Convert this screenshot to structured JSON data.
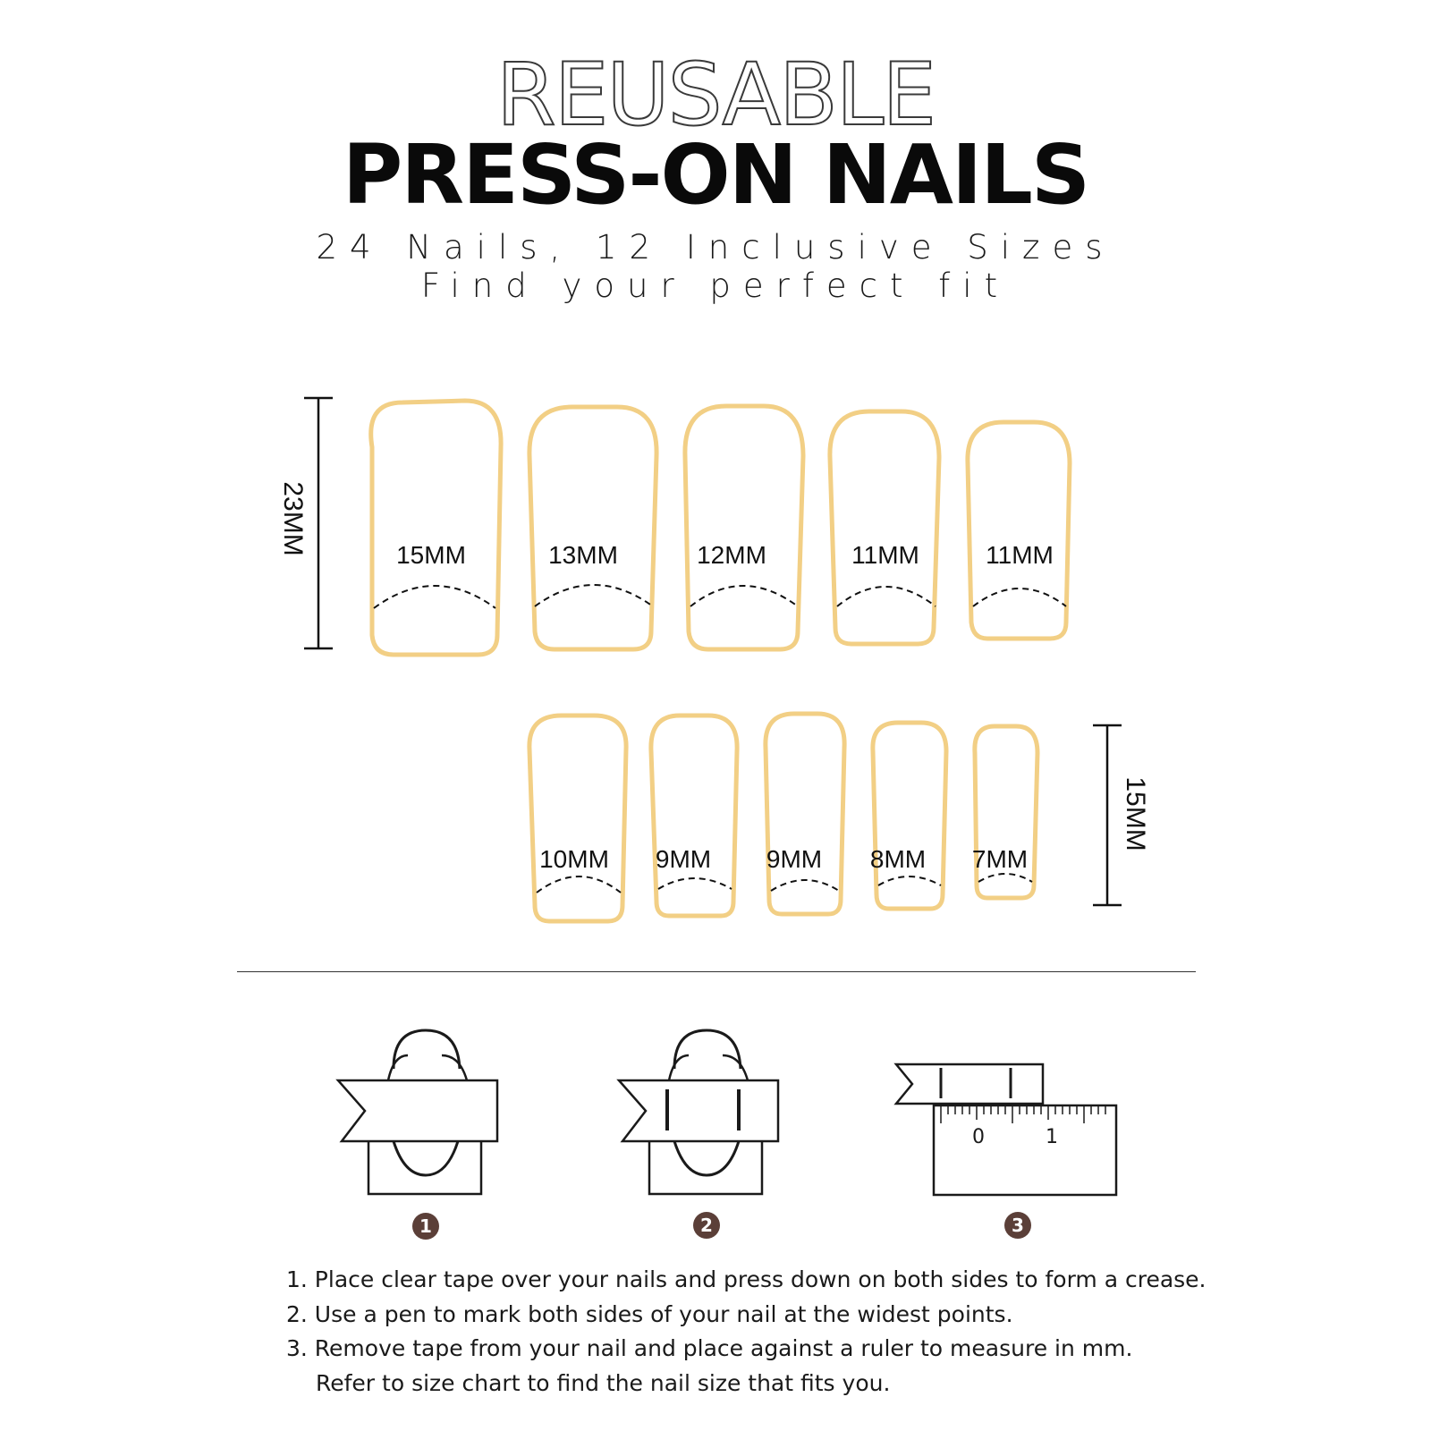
{
  "header": {
    "title_outline": "REUSABLE",
    "title_main": "PRESS-ON NAILS",
    "subtitle_1": "24 Nails, 12 Inclusive Sizes",
    "subtitle_2": "Find your perfect fit"
  },
  "size_chart": {
    "nail_outline_color": "#f2cf85",
    "row_top": [
      {
        "label": "15MM",
        "width_mm": 15
      },
      {
        "label": "13MM",
        "width_mm": 13
      },
      {
        "label": "12MM",
        "width_mm": 12
      },
      {
        "label": "11MM",
        "width_mm": 11
      },
      {
        "label": "11MM",
        "width_mm": 11
      }
    ],
    "row_bottom": [
      {
        "label": "10MM",
        "width_mm": 10
      },
      {
        "label": "9MM",
        "width_mm": 9
      },
      {
        "label": "9MM",
        "width_mm": 9
      },
      {
        "label": "8MM",
        "width_mm": 8
      },
      {
        "label": "7MM",
        "width_mm": 7
      }
    ],
    "length_top_label": "23MM",
    "length_bottom_label": "15MM"
  },
  "steps": {
    "badge_color": "#5b3f38",
    "badges": [
      "1",
      "2",
      "3"
    ],
    "ruler_labels": [
      "0",
      "1"
    ],
    "instructions": [
      "1. Place clear tape over your nails and press down on both sides to form a crease.",
      "2. Use a pen to mark both sides of your nail at the widest points.",
      "3. Remove tape from your nail and place against a ruler to measure in mm."
    ],
    "instruction_continuation": "Refer to size chart to find the nail size that fits you."
  }
}
